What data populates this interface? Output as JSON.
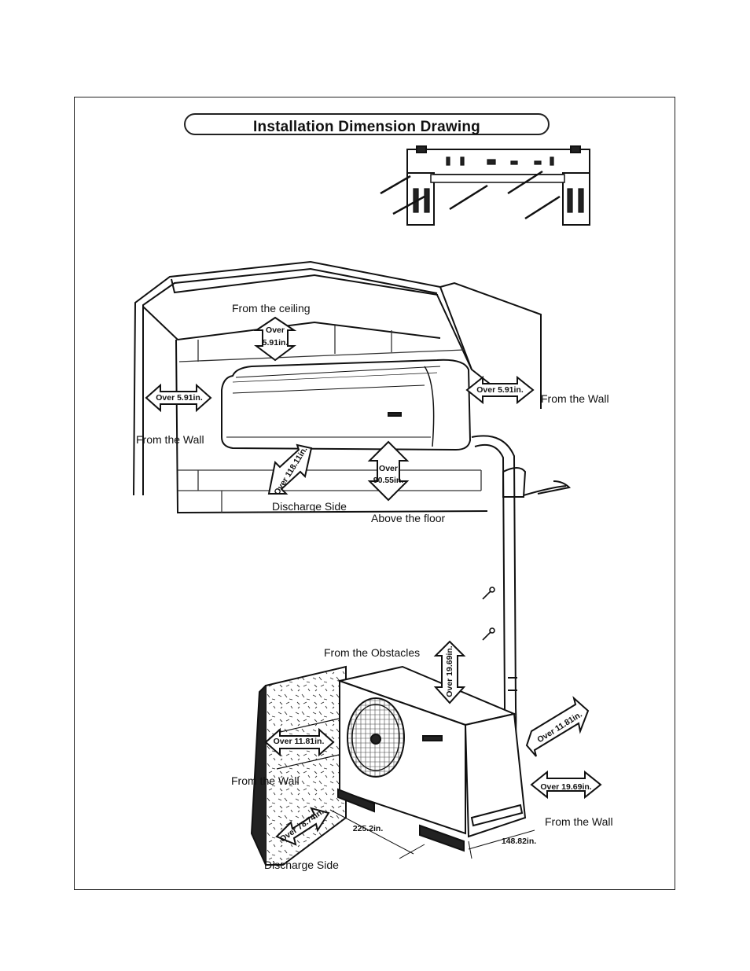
{
  "title": "Installation Dimension Drawing",
  "indoor": {
    "from_ceiling": "From the ceiling",
    "ceiling_over": "Over",
    "ceiling_value": "5.91in.",
    "left_clearance": "Over 5.91in.",
    "left_label": "From the Wall",
    "right_clearance": "Over 5.91in.",
    "right_label": "From the Wall",
    "discharge_clearance": "Over 118.11in.",
    "discharge_label": "Discharge Side",
    "floor_over": "Over",
    "floor_value": "90.55in.",
    "floor_label": "Above the floor"
  },
  "outdoor": {
    "obstacles_label": "From the Obstacles",
    "top_clearance": "Over 19.69in.",
    "left_clearance": "Over 11.81in.",
    "left_label": "From the Wall",
    "right_back_clearance": "Over 11.81in.",
    "right_clearance": "Over 19.69in.",
    "right_label": "From the Wall",
    "discharge_clearance": "Over 78.74in.",
    "discharge_label": "Discharge Side",
    "width_dim": "225.2in.",
    "depth_dim": "148.82in."
  }
}
